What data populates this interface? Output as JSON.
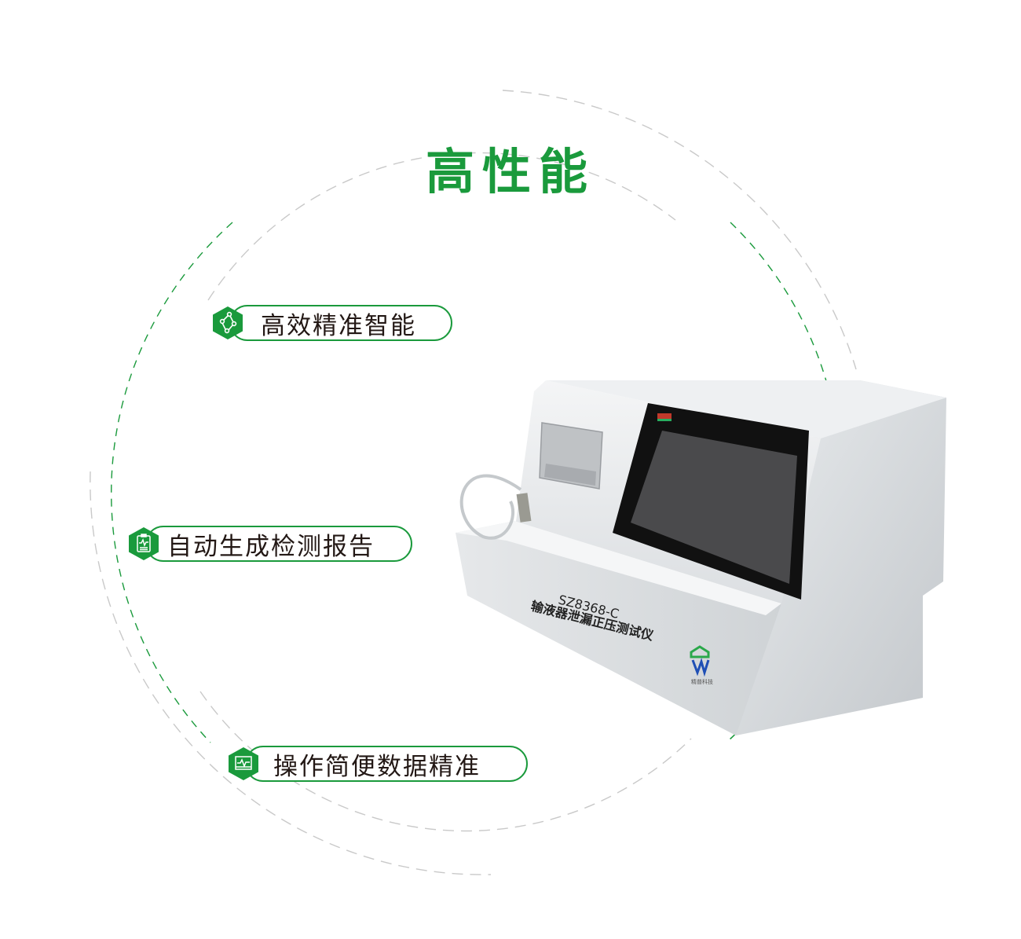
{
  "page": {
    "title": "高性能",
    "accent_color": "#1a9a3c",
    "text_color": "#231815"
  },
  "features": [
    {
      "label": "高效精准智能",
      "icon": "network-nodes-icon"
    },
    {
      "label": "自动生成检测报告",
      "icon": "clipboard-report-icon"
    },
    {
      "label": "操作简便数据精准",
      "icon": "monitor-waveform-icon"
    }
  ],
  "product": {
    "model": "SZ8368-C",
    "name": "输液器泄漏正压测试仪",
    "brand_logo": "company-logo-icon",
    "brand_text": "精普科技"
  }
}
